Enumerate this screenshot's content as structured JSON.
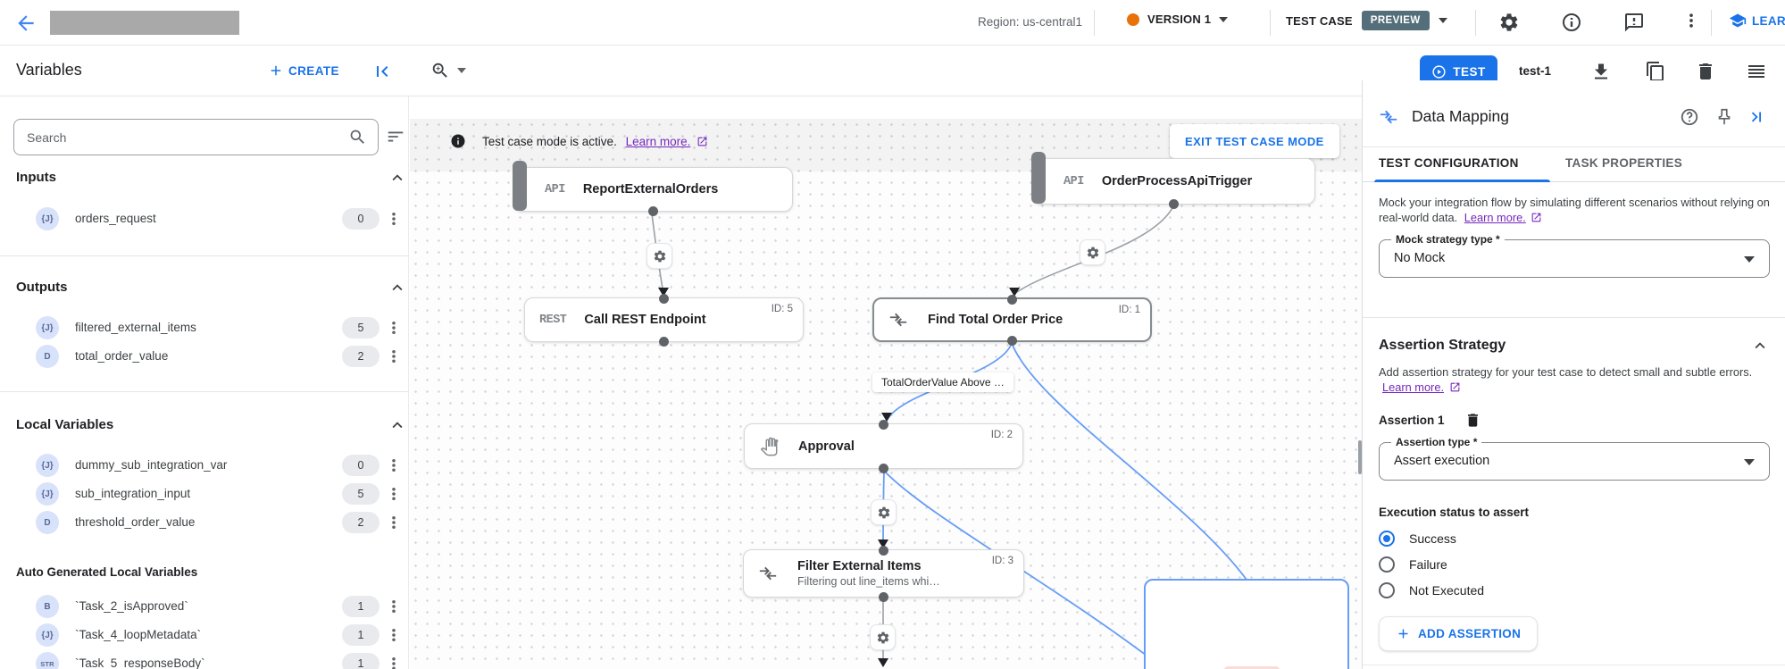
{
  "topbar": {
    "region_label": "Region: us-central1",
    "version_label": "VERSION 1",
    "test_case_label": "TEST CASE",
    "preview_badge": "PREVIEW",
    "learn_label": "LEARN"
  },
  "toolbar": {
    "title": "Variables",
    "create_label": "CREATE",
    "test_label": "TEST",
    "test_case_name": "test-1"
  },
  "sidebar": {
    "search_placeholder": "Search",
    "sections": [
      {
        "title": "Inputs",
        "items": [
          {
            "type": "{J}",
            "name": "orders_request",
            "count": "0"
          }
        ]
      },
      {
        "title": "Outputs",
        "items": [
          {
            "type": "{J}",
            "name": "filtered_external_items",
            "count": "5"
          },
          {
            "type": "D",
            "name": "total_order_value",
            "count": "2"
          }
        ]
      },
      {
        "title": "Local Variables",
        "items": [
          {
            "type": "{J}",
            "name": "dummy_sub_integration_var",
            "count": "0"
          },
          {
            "type": "{J}",
            "name": "sub_integration_input",
            "count": "5"
          },
          {
            "type": "D",
            "name": "threshold_order_value",
            "count": "2"
          }
        ]
      },
      {
        "title": "Auto Generated Local Variables",
        "items": [
          {
            "type": "B",
            "name": "`Task_2_isApproved`",
            "count": "1"
          },
          {
            "type": "{J}",
            "name": "`Task_4_loopMetadata`",
            "count": "1"
          },
          {
            "type": "STR",
            "name": "`Task_5_responseBody`",
            "count": "1"
          }
        ]
      }
    ]
  },
  "canvas": {
    "banner": {
      "message": "Test case mode is active.",
      "learn_more": "Learn more.",
      "exit_button": "EXIT TEST CASE MODE"
    },
    "nodes": [
      {
        "tag": "API",
        "title": "ReportExternalOrders"
      },
      {
        "tag": "API",
        "title": "OrderProcessApiTrigger"
      },
      {
        "tag": "REST",
        "title": "Call REST Endpoint",
        "id_label": "ID: 5"
      },
      {
        "title": "Find Total Order Price",
        "id_label": "ID: 1"
      },
      {
        "title": "Approval",
        "id_label": "ID: 2"
      },
      {
        "title": "Filter External Items",
        "subtitle": "Filtering out line_items whi…",
        "id_label": "ID: 3"
      }
    ],
    "edge_label": "TotalOrderValue Above …"
  },
  "panel": {
    "title": "Data Mapping",
    "tabs": [
      {
        "label": "TEST CONFIGURATION",
        "active": true
      },
      {
        "label": "TASK PROPERTIES",
        "active": false
      }
    ],
    "mock_text": "Mock your integration flow by simulating different scenarios without relying on real-world data.",
    "mock_learn_more": "Learn more.",
    "mock_strategy": {
      "label": "Mock strategy type *",
      "value": "No Mock"
    },
    "assertion_section": {
      "title": "Assertion Strategy",
      "description": "Add assertion strategy for your test case to detect small and subtle errors.",
      "learn_more": "Learn more.",
      "assertion_title": "Assertion 1",
      "assertion_type": {
        "label": "Assertion type *",
        "value": "Assert execution"
      },
      "radio_group_label": "Execution status to assert",
      "radios": [
        {
          "label": "Success",
          "selected": true
        },
        {
          "label": "Failure",
          "selected": false
        },
        {
          "label": "Not Executed",
          "selected": false
        }
      ],
      "add_button": "ADD ASSERTION"
    }
  },
  "colors": {
    "accent_blue": "#1a73e8",
    "link_purple": "#7627bb",
    "version_dot_orange": "#e8710a",
    "preview_badge_bg": "#546e7a",
    "edge_blue": "#669df6"
  }
}
